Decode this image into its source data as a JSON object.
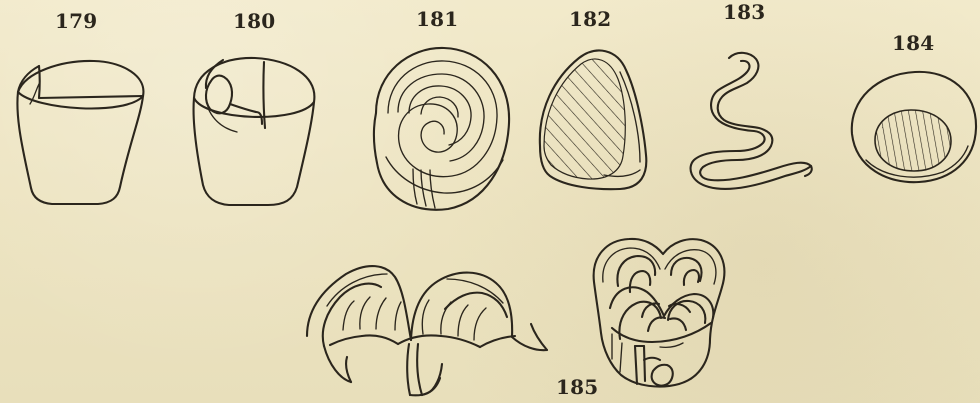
{
  "labels": {
    "f179": "179",
    "f180": "180",
    "f181": "181",
    "f182": "182",
    "f183": "183",
    "f184": "184",
    "f185": "185"
  }
}
